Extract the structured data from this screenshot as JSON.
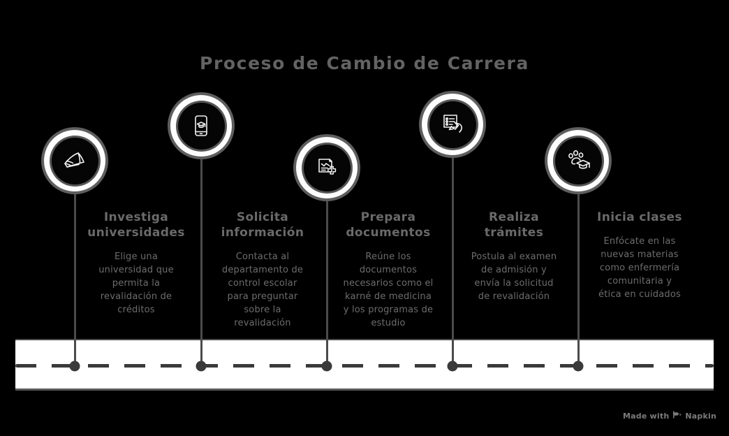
{
  "title": "Proceso de Cambio de Carrera",
  "theme": {
    "background": "#000000",
    "text_gray": "#6a6a6a",
    "title_gray": "#636363",
    "ring_outer": "#5e5e5e",
    "ring_white": "#fdfdfd",
    "node_core": "#050505",
    "road_white": "#ffffff",
    "road_line": "#3a3a3a",
    "stem": "#4b4b4b"
  },
  "steps": [
    {
      "index": 1,
      "icon": "open-book-icon",
      "heading": "Investiga\nuniversidades",
      "body": "Elige una\nuniversidad que\npermita la\nrevalidación de\ncréditos"
    },
    {
      "index": 2,
      "icon": "phone-graduation-cap-icon",
      "heading": "Solicita\ninformación",
      "body": "Contacta al\ndepartamento de\ncontrol escolar\npara preguntar\nsobre la\nrevalidación"
    },
    {
      "index": 3,
      "icon": "medical-document-icon",
      "heading": "Prepara\ndocumentos",
      "body": "Reúne los\ndocumentos\nnecesarios como el\nkarné de medicina\ny los programas de\nestudio"
    },
    {
      "index": 4,
      "icon": "hand-writing-form-icon",
      "heading": "Realiza\ntrámites",
      "body": "Postula al examen\nde admisión y\nenvía la solicitud\nde revalidación"
    },
    {
      "index": 5,
      "icon": "paw-graduation-cap-icon",
      "heading": "Inicia clases",
      "body": "Enfócate en las\nnuevas materias\ncomo enfermería\ncomunitaria y\nética en cuidados"
    }
  ],
  "watermark": {
    "text": "Made with",
    "brand": "Napkin",
    "logo": "napkin-logo-icon"
  }
}
